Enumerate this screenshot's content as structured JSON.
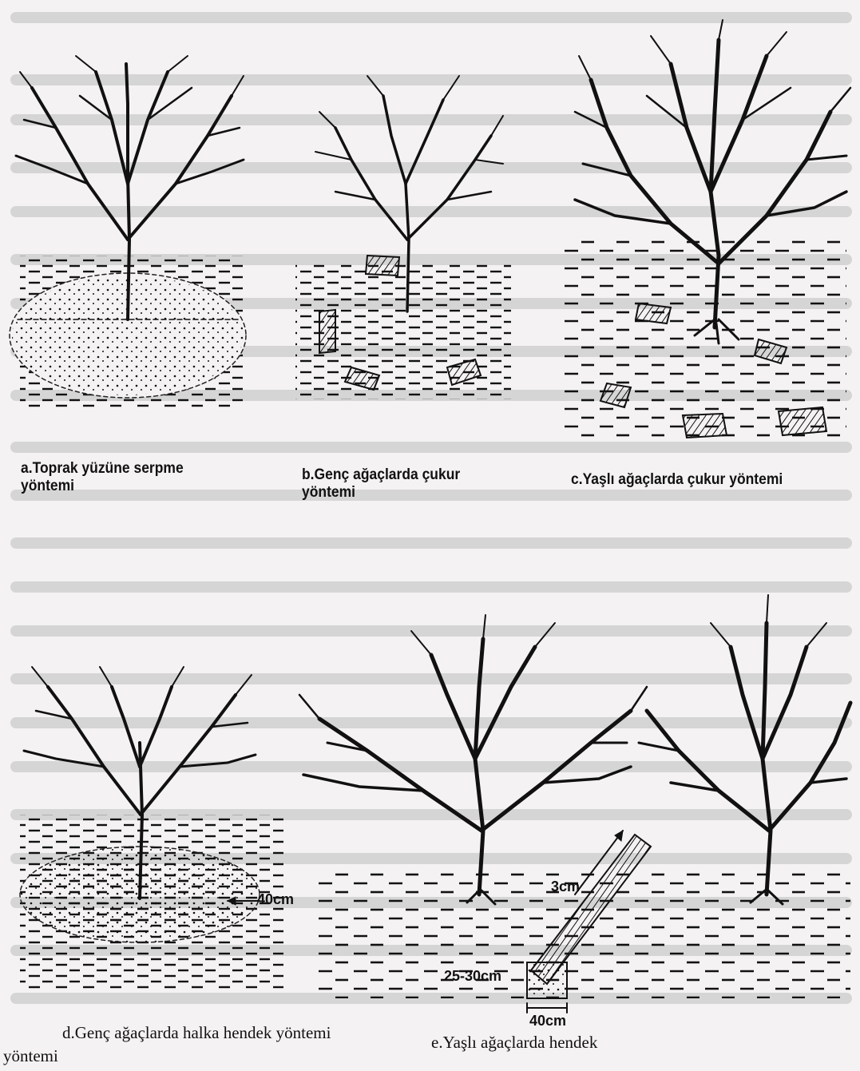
{
  "captions": {
    "a_line1": "a.Toprak yüzüne serpme",
    "a_line2": "yöntemi",
    "b_line1": "b.Genç ağaçlarda çukur",
    "b_line2": "yöntemi",
    "c_line1": "c.Yaşlı ağaçlarda çukur yöntemi"
  },
  "dimensions": {
    "d_depth": "40cm",
    "e_width_top": "3cm",
    "e_depth": "25-30cm",
    "e_width_bottom": "40cm"
  },
  "bottom_captions": {
    "d_line1": "d.Genç ağaçlarda halka hendek yöntemi",
    "d_line2": "yöntemi",
    "e_line1": "e.Yaşlı ağaçlarda hendek"
  }
}
